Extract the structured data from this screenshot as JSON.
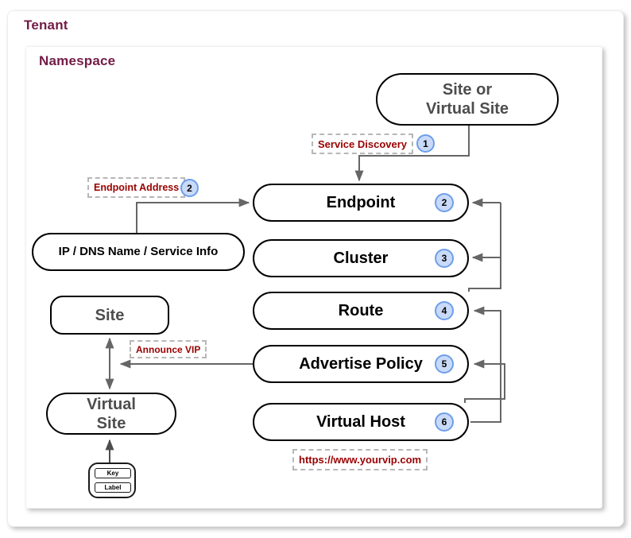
{
  "containers": {
    "tenant": "Tenant",
    "namespace": "Namespace"
  },
  "nodes": {
    "site_or_virtual_site": "Site or\nVirtual Site",
    "endpoint": "Endpoint",
    "cluster": "Cluster",
    "route": "Route",
    "advertise_policy": "Advertise Policy",
    "virtual_host": "Virtual Host",
    "ip_dns_service_info": "IP / DNS Name / Service Info",
    "site": "Site",
    "virtual_site": "Virtual\nSite"
  },
  "step_badges": {
    "endpoint": "2",
    "cluster": "3",
    "route": "4",
    "advertise_policy": "5",
    "virtual_host": "6"
  },
  "annotations": {
    "service_discovery": {
      "label": "Service Discovery",
      "step": "1"
    },
    "endpoint_address": {
      "label": "Endpoint Address",
      "step": "2"
    },
    "announce_vip": {
      "label": "Announce VIP"
    },
    "vip_url": {
      "label": "https://www.yourvip.com"
    }
  },
  "legend": {
    "key": "Key",
    "label": "Label"
  },
  "colors": {
    "container_title": "#741b47",
    "annotation_text": "#990000",
    "annotation_border": "#b7b7b7",
    "badge_fill": "#c9daf8",
    "badge_border": "#6d9eeb",
    "node_border": "#000000",
    "muted_node_text": "#4d4d4d",
    "connector": "#666666"
  }
}
